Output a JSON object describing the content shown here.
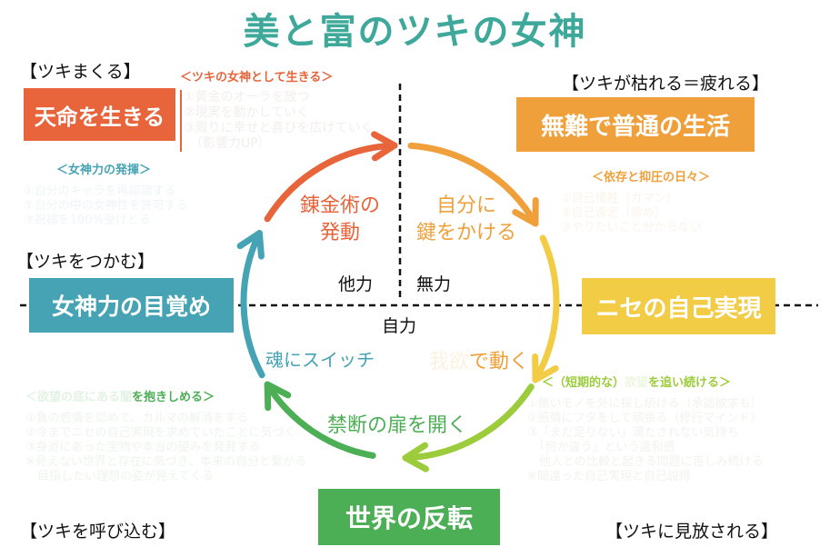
{
  "title": "美と富のツキの女神",
  "corners": {
    "top_left": "【ツキまくる】",
    "top_right": "【ツキが枯れる＝疲れる】",
    "mid_left": "【ツキをつかむ】",
    "bottom_left": "【ツキを呼び込む】",
    "bottom_right": "【ツキに見放される】"
  },
  "boxes": {
    "tenmei": "天命を生きる",
    "bunan": "無難で普通の生活",
    "nise": "ニセの自己実現",
    "sekai": "世界の反転",
    "megami": "女神力の目覚め"
  },
  "sections": {
    "tsuki_megami": {
      "heading": "＜ツキの女神として生きる＞",
      "items": [
        "①黄金のオーラを放つ",
        "②現実を動かしていく",
        "③周りに幸せと喜びを広げていく",
        "　（影響力UP）"
      ]
    },
    "megami_ryoku": {
      "heading": "＜女神力の発揮＞",
      "items": [
        "①自分のキャラを再認識する",
        "②自分の中の女神性を許可する",
        "③祝福を100%受けとる"
      ]
    },
    "izon": {
      "heading": "＜依存と抑圧の日々＞",
      "items": [
        "①自己犠牲（ガマン）",
        "②自己否定（諦め）",
        "③やりたいこと分からない"
      ]
    },
    "yokubou": {
      "heading_faint": "＜欲望の底にある闇",
      "heading": "を抱きしめる＞",
      "items": [
        "①負の感情を認めて、カルマの解消をする",
        "②今までニセの自己実現を求めていたことに気づく",
        "③身近にあった宝物や本当の望みを発見する",
        "※見えない世界と存在に気づき、本来の自分と繋がる",
        "　目指したい理想の姿が見えてくる"
      ]
    },
    "tanki": {
      "heading": "＜（短期的な）",
      "heading_faint": "欲望",
      "heading_end": "を追い続ける＞",
      "items": [
        "①無いモノを外に探し続ける（承認欲求も）",
        "②感情にフタをして頑張る（修行マインド）",
        "③「まだ足りない」満たされない気持ち",
        "　「何か違う」という違和感",
        "　他人との比較と起きる問題に苦しみ続ける",
        "※間違った自己実現と自己説得"
      ]
    }
  },
  "cycle": {
    "renkin": [
      "錬金術の",
      "発動"
    ],
    "kagi": [
      "自分に",
      "鍵をかける"
    ],
    "gayoku_faint": "我欲",
    "gayoku": "で動く",
    "tobira": "禁断の扉を開く",
    "tamashii": "魂にスイッチ"
  },
  "axes": {
    "tariki": "他力",
    "muryoku": "無力",
    "jiriki": "自力"
  },
  "colors": {
    "red": "#e8643a",
    "orange": "#f0a03a",
    "yellow": "#f2cc45",
    "lime": "#9ccc3c",
    "green": "#4cae55",
    "teal": "#45a3b4",
    "title": "#3ea89b"
  }
}
